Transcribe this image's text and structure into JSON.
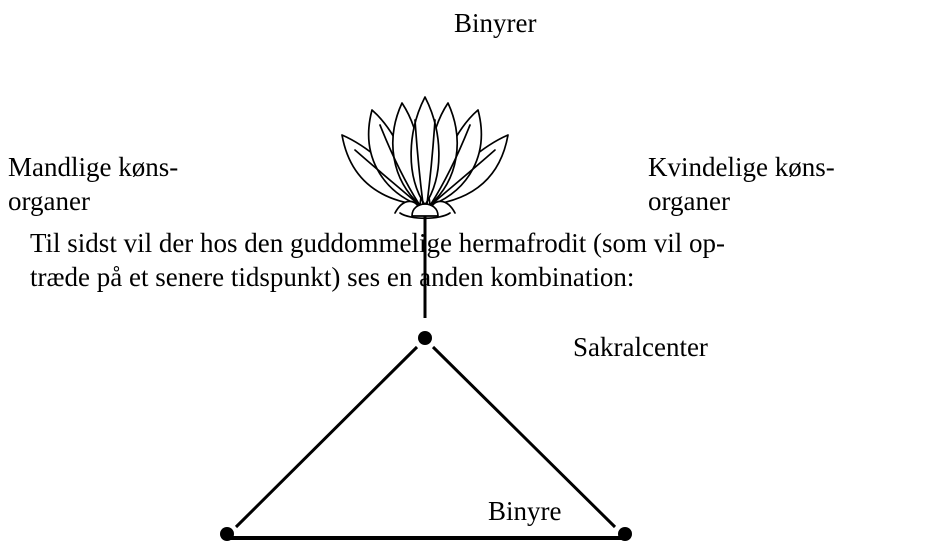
{
  "diagram": {
    "title": "Binyrer",
    "left_label": [
      "Mandlige køns-",
      "organer"
    ],
    "right_label": [
      "Kvindelige køns-",
      "organer"
    ],
    "paragraph": [
      "Til sidst vil der hos den guddommelige hermafrodit (som vil op-",
      "træde på et senere tidspunkt) ses en anden kombination:"
    ],
    "top_node_label": "Sakralcenter",
    "bottom_edge_label": "Binyre",
    "icons": [
      "lotus-flower-icon"
    ],
    "colors": {
      "ink": "#000000",
      "background": "#ffffff"
    }
  }
}
